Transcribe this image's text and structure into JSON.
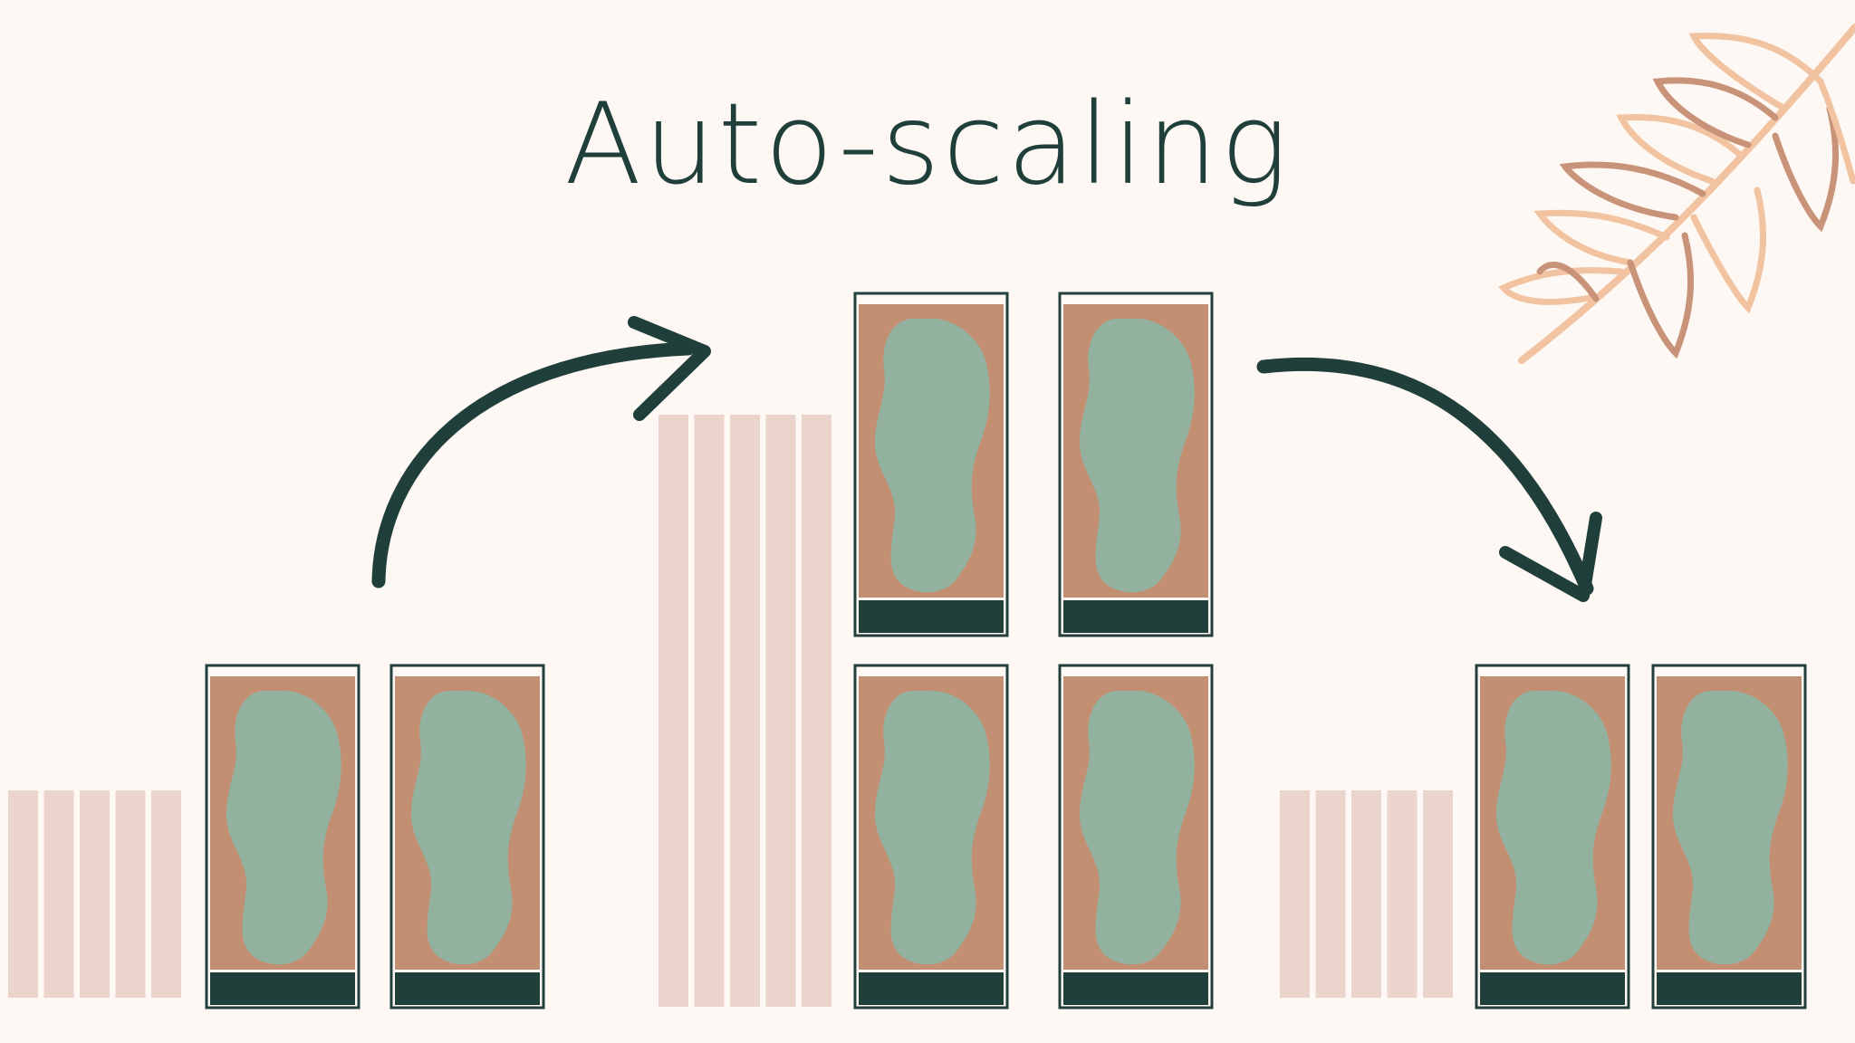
{
  "title": "Auto-scaling",
  "colors": {
    "background": "#fdf8f3",
    "title": "#213f3a",
    "bar": "#ead4cc",
    "container_frame": "#223f3b",
    "container_body": "#c28f73",
    "container_blob": "#93b19f",
    "container_base": "#213f3a",
    "arrow": "#213f3a",
    "leaf_dark": "#c9937a",
    "leaf_light": "#f2c3a1"
  },
  "stages": [
    {
      "name": "low-load",
      "load_bars": 5,
      "containers": 2,
      "load_level": "low"
    },
    {
      "name": "peak-load",
      "load_bars": 5,
      "containers": 4,
      "load_level": "high"
    },
    {
      "name": "reduced-load",
      "load_bars": 5,
      "containers": 2,
      "load_level": "low"
    }
  ],
  "arrows": [
    {
      "name": "scale-up-arrow",
      "direction": "up"
    },
    {
      "name": "scale-down-arrow",
      "direction": "down"
    }
  ],
  "decoration": {
    "icon": "leaf-branch-icon"
  }
}
